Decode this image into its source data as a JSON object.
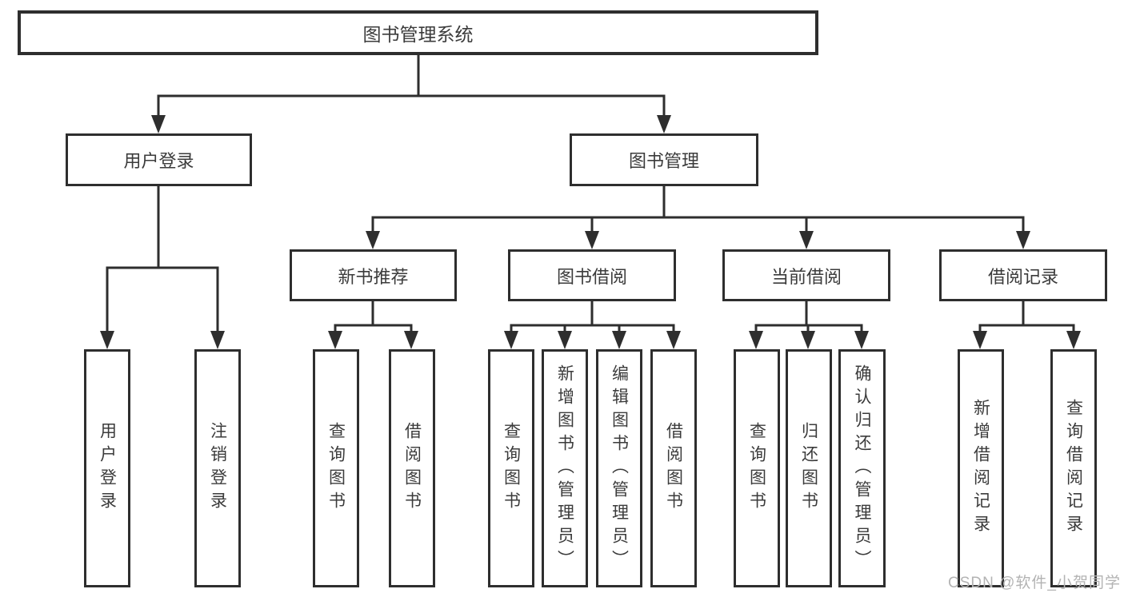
{
  "colors": {
    "line": "#2e2e2e",
    "box_border": "#2e2e2e",
    "text": "#3b3b3b",
    "background": "#ffffff",
    "watermark": "#b3b3b3"
  },
  "watermark": {
    "text": "CSDN @软件_小贺同学"
  },
  "tree": {
    "root": {
      "label": "图书管理系统"
    },
    "branches": {
      "user_login": {
        "label": "用户登录",
        "children": {
          "login": {
            "label": "用户登录"
          },
          "logout": {
            "label": "注销登录"
          }
        }
      },
      "book_management": {
        "label": "图书管理",
        "children": {
          "new_book_recommendation": {
            "label": "新书推荐",
            "children": {
              "query_books": {
                "label": "查询图书"
              },
              "borrow_books": {
                "label": "借阅图书"
              }
            }
          },
          "book_borrowing": {
            "label": "图书借阅",
            "children": {
              "query_books": {
                "label": "查询图书"
              },
              "add_books_admin": {
                "label": "新增图书（管理员）"
              },
              "edit_books_admin": {
                "label": "编辑图书（管理员）"
              },
              "borrow_books": {
                "label": "借阅图书"
              }
            }
          },
          "current_borrowing": {
            "label": "当前借阅",
            "children": {
              "query_books": {
                "label": "查询图书"
              },
              "return_books": {
                "label": "归还图书"
              },
              "confirm_return_admin": {
                "label": "确认归还（管理员）"
              }
            }
          },
          "borrowing_records": {
            "label": "借阅记录",
            "children": {
              "add_borrow_record": {
                "label": "新增借阅记录"
              },
              "query_borrow_record": {
                "label": "查询借阅记录"
              }
            }
          }
        }
      }
    }
  }
}
